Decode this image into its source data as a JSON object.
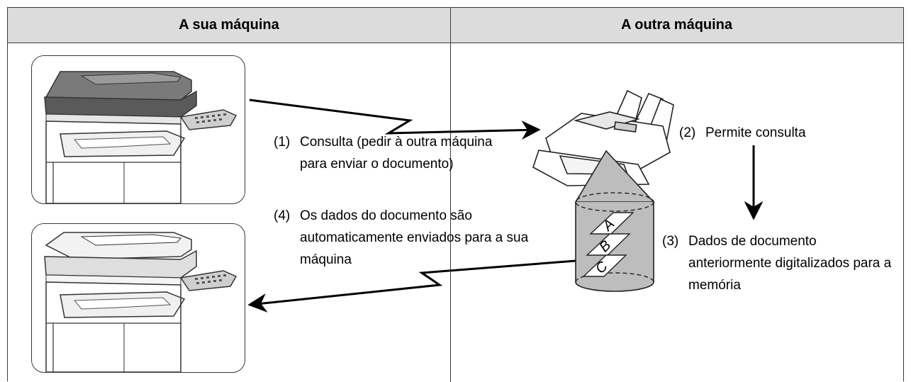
{
  "header": {
    "left_title": "A sua máquina",
    "right_title": "A outra máquina"
  },
  "steps": [
    {
      "num": "(1)",
      "text": "Consulta (pedir à outra máquina para enviar o documento)"
    },
    {
      "num": "(2)",
      "text": "Permite consulta"
    },
    {
      "num": "(3)",
      "text": "Dados de documento anteriormente digitalizados para a memória"
    },
    {
      "num": "(4)",
      "text": "Os dados do documento são automaticamente enviados para a sua máquina"
    }
  ],
  "memory_letters": [
    "A",
    "B",
    "C"
  ],
  "icons": [
    "multifunction-printer-icon",
    "fax-machine-icon",
    "memory-cylinder-icon"
  ],
  "colors": {
    "header_bg": "#dcdcdc",
    "border": "#3a3a3a",
    "device_dark": "#6e6e6e",
    "memory_fill": "#bdbdbd"
  }
}
